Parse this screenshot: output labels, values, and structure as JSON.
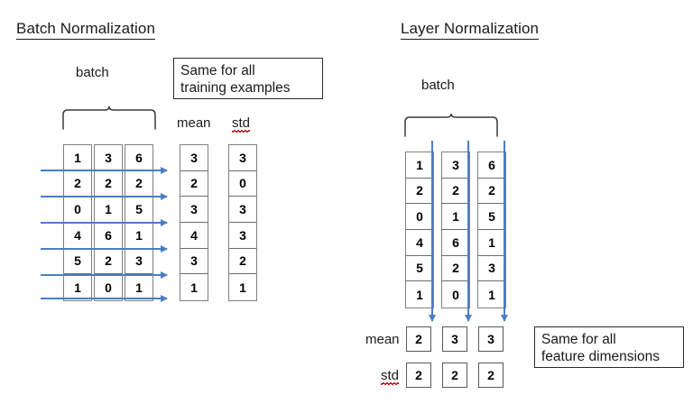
{
  "page": {
    "bg": "#ffffff",
    "ink": "#1a1a1a",
    "arrow_color": "#4a7ec4",
    "cell_border": "#808080"
  },
  "batchnorm": {
    "title": "Batch Normalization",
    "batch_label": "batch",
    "mean_label": "mean",
    "std_label": "std",
    "callout": "Same for all\ntraining examples",
    "grid": {
      "columns": [
        {
          "values": [
            "1",
            "2",
            "0",
            "4",
            "5",
            "1"
          ]
        },
        {
          "values": [
            "3",
            "2",
            "1",
            "6",
            "2",
            "0"
          ]
        },
        {
          "values": [
            "6",
            "2",
            "5",
            "1",
            "3",
            "1"
          ]
        }
      ],
      "rows": 6,
      "cols": 3
    },
    "mean_column": [
      "3",
      "2",
      "3",
      "4",
      "3",
      "1"
    ],
    "std_column": [
      "3",
      "0",
      "3",
      "3",
      "2",
      "1"
    ],
    "arrow_count": 6,
    "arrow_direction": "horizontal-right"
  },
  "layernorm": {
    "title": "Layer Normalization",
    "batch_label": "batch",
    "mean_label": "mean",
    "std_label": "std",
    "callout": "Same for all\nfeature dimensions",
    "grid": {
      "columns": [
        {
          "values": [
            "1",
            "2",
            "0",
            "4",
            "5",
            "1"
          ]
        },
        {
          "values": [
            "3",
            "2",
            "1",
            "6",
            "2",
            "0"
          ]
        },
        {
          "values": [
            "6",
            "2",
            "5",
            "1",
            "3",
            "1"
          ]
        }
      ],
      "rows": 6,
      "cols": 3
    },
    "mean_row": [
      "2",
      "3",
      "3"
    ],
    "std_row": [
      "2",
      "2",
      "2"
    ],
    "arrow_count": 3,
    "arrow_direction": "vertical-down"
  }
}
